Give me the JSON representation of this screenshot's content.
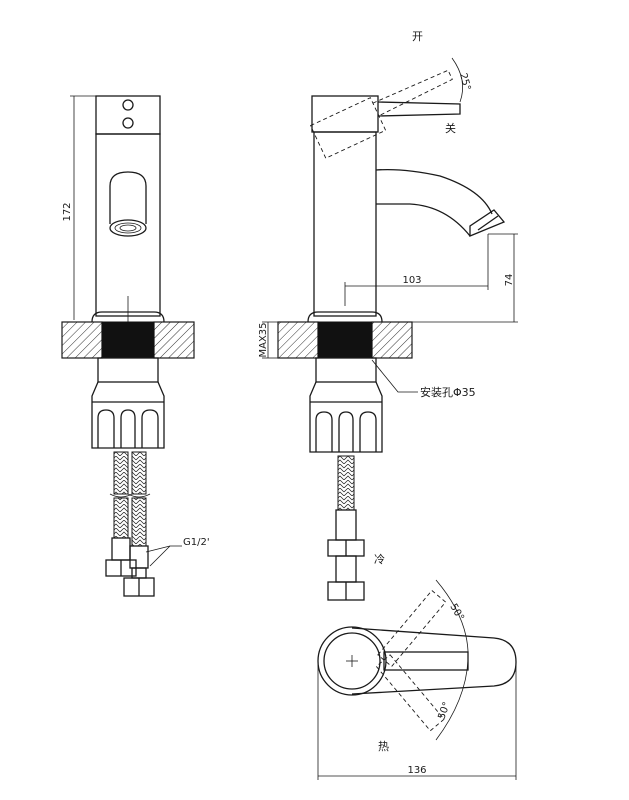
{
  "labels": {
    "height_172": "172",
    "open": "开",
    "close": "关",
    "angle_25": "25°",
    "reach_103": "103",
    "spout_74": "74",
    "max_thickness": "MAX35",
    "install_hole": "安装孔Φ35",
    "thread_g12": "G1/2'",
    "cold": "冷",
    "hot": "热",
    "angle_50_top": "50°",
    "angle_50_bottom": "50°",
    "width_136": "136"
  },
  "colors": {
    "line": "#1a1a1a",
    "background": "#ffffff"
  }
}
